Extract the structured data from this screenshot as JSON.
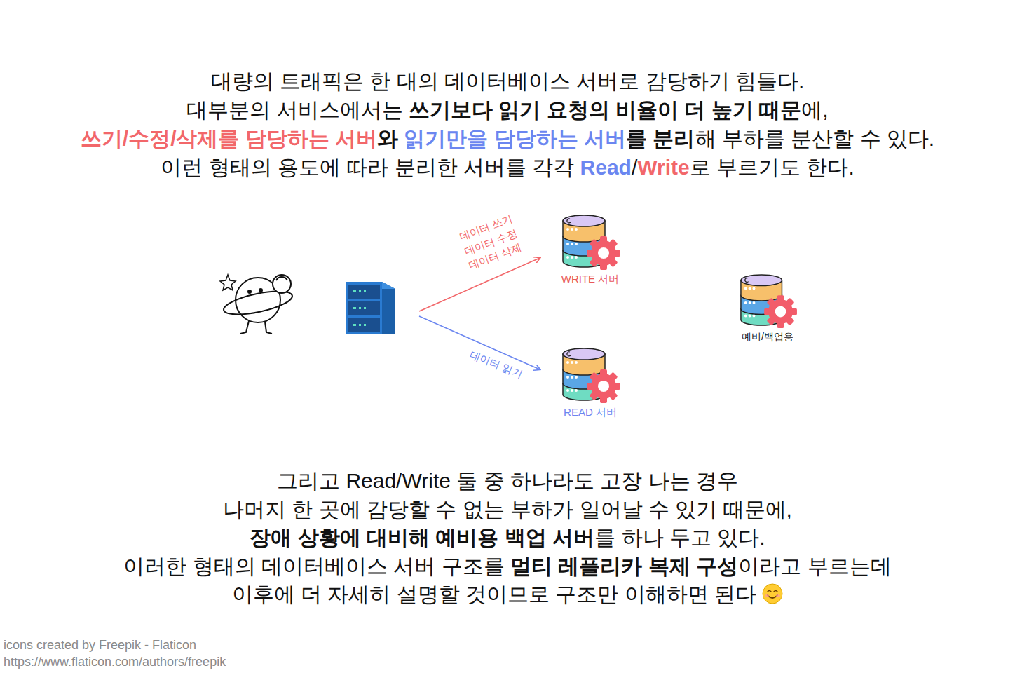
{
  "diagram": {
    "nodes": [
      {
        "text": [
          "WRITE 서버"
        ]
      },
      {
        "text": [
          "READ 서버"
        ]
      },
      {
        "text": [
          "예비/백업용"
        ]
      }
    ],
    "labels": [
      "대량의 트래픽은 한 대의 데이터베이스 서버로 감당하기 힘들다.",
      "대부분의 서비스에서는 ",
      "쓰기보다 읽기 요청의 비율이 더 높기 때문",
      "에,",
      "쓰기/수정/삭제를 담당하는 서버",
      "와 ",
      "읽기만을 담당하는 서버",
      "를 분리",
      "해 부하를 분산할 수 있다.",
      "이런 형태의 용도에 따라 분리한 서버를 각각 ",
      "Read",
      "/",
      "Write",
      "로 부르기도 한다.",
      "데이터 쓰기",
      "데이터 수정",
      "데이터 삭제",
      "데이터 읽기",
      "그리고 Read/Write 둘 중 하나라도 고장 나는 경우",
      "나머지 한 곳에 감당할 수 없는 부하가 일어날 수 있기 때문에,",
      "장애 상황에 대비해 예비용 백업 서버",
      "를 하나 두고 있다.",
      "이러한 형태의 데이터베이스 서버 구조를 ",
      "멀티 레플리카 복제 구성",
      "이라고 부르는데",
      "이후에 더 자세히 설명할 것이므로 구조만 이해하면 된다",
      "icons created by Freepik - Flaticon",
      "https://www.flaticon.com/authors/freepik"
    ]
  }
}
